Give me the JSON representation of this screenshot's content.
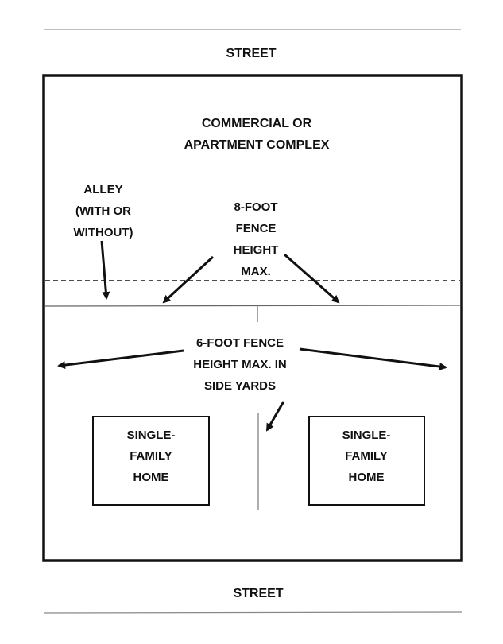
{
  "top_street": {
    "label": "STREET"
  },
  "bottom_street": {
    "label": "STREET"
  },
  "commercial": {
    "lines": [
      "COMMERCIAL OR",
      "APARTMENT COMPLEX"
    ]
  },
  "alley": {
    "lines": [
      "ALLEY",
      "(WITH OR",
      "WITHOUT)"
    ]
  },
  "eight_foot": {
    "lines": [
      "8-FOOT",
      "FENCE",
      "HEIGHT",
      "MAX."
    ]
  },
  "six_foot": {
    "lines": [
      "6-FOOT FENCE",
      "HEIGHT MAX. IN",
      "SIDE YARDS"
    ]
  },
  "home_left": {
    "lines": [
      "SINGLE-",
      "FAMILY",
      "HOME"
    ]
  },
  "home_right": {
    "lines": [
      "SINGLE-",
      "FAMILY",
      "HOME"
    ]
  },
  "colors": {
    "ink": "#111111",
    "street_line": "#999999",
    "fence_line": "#777777"
  }
}
